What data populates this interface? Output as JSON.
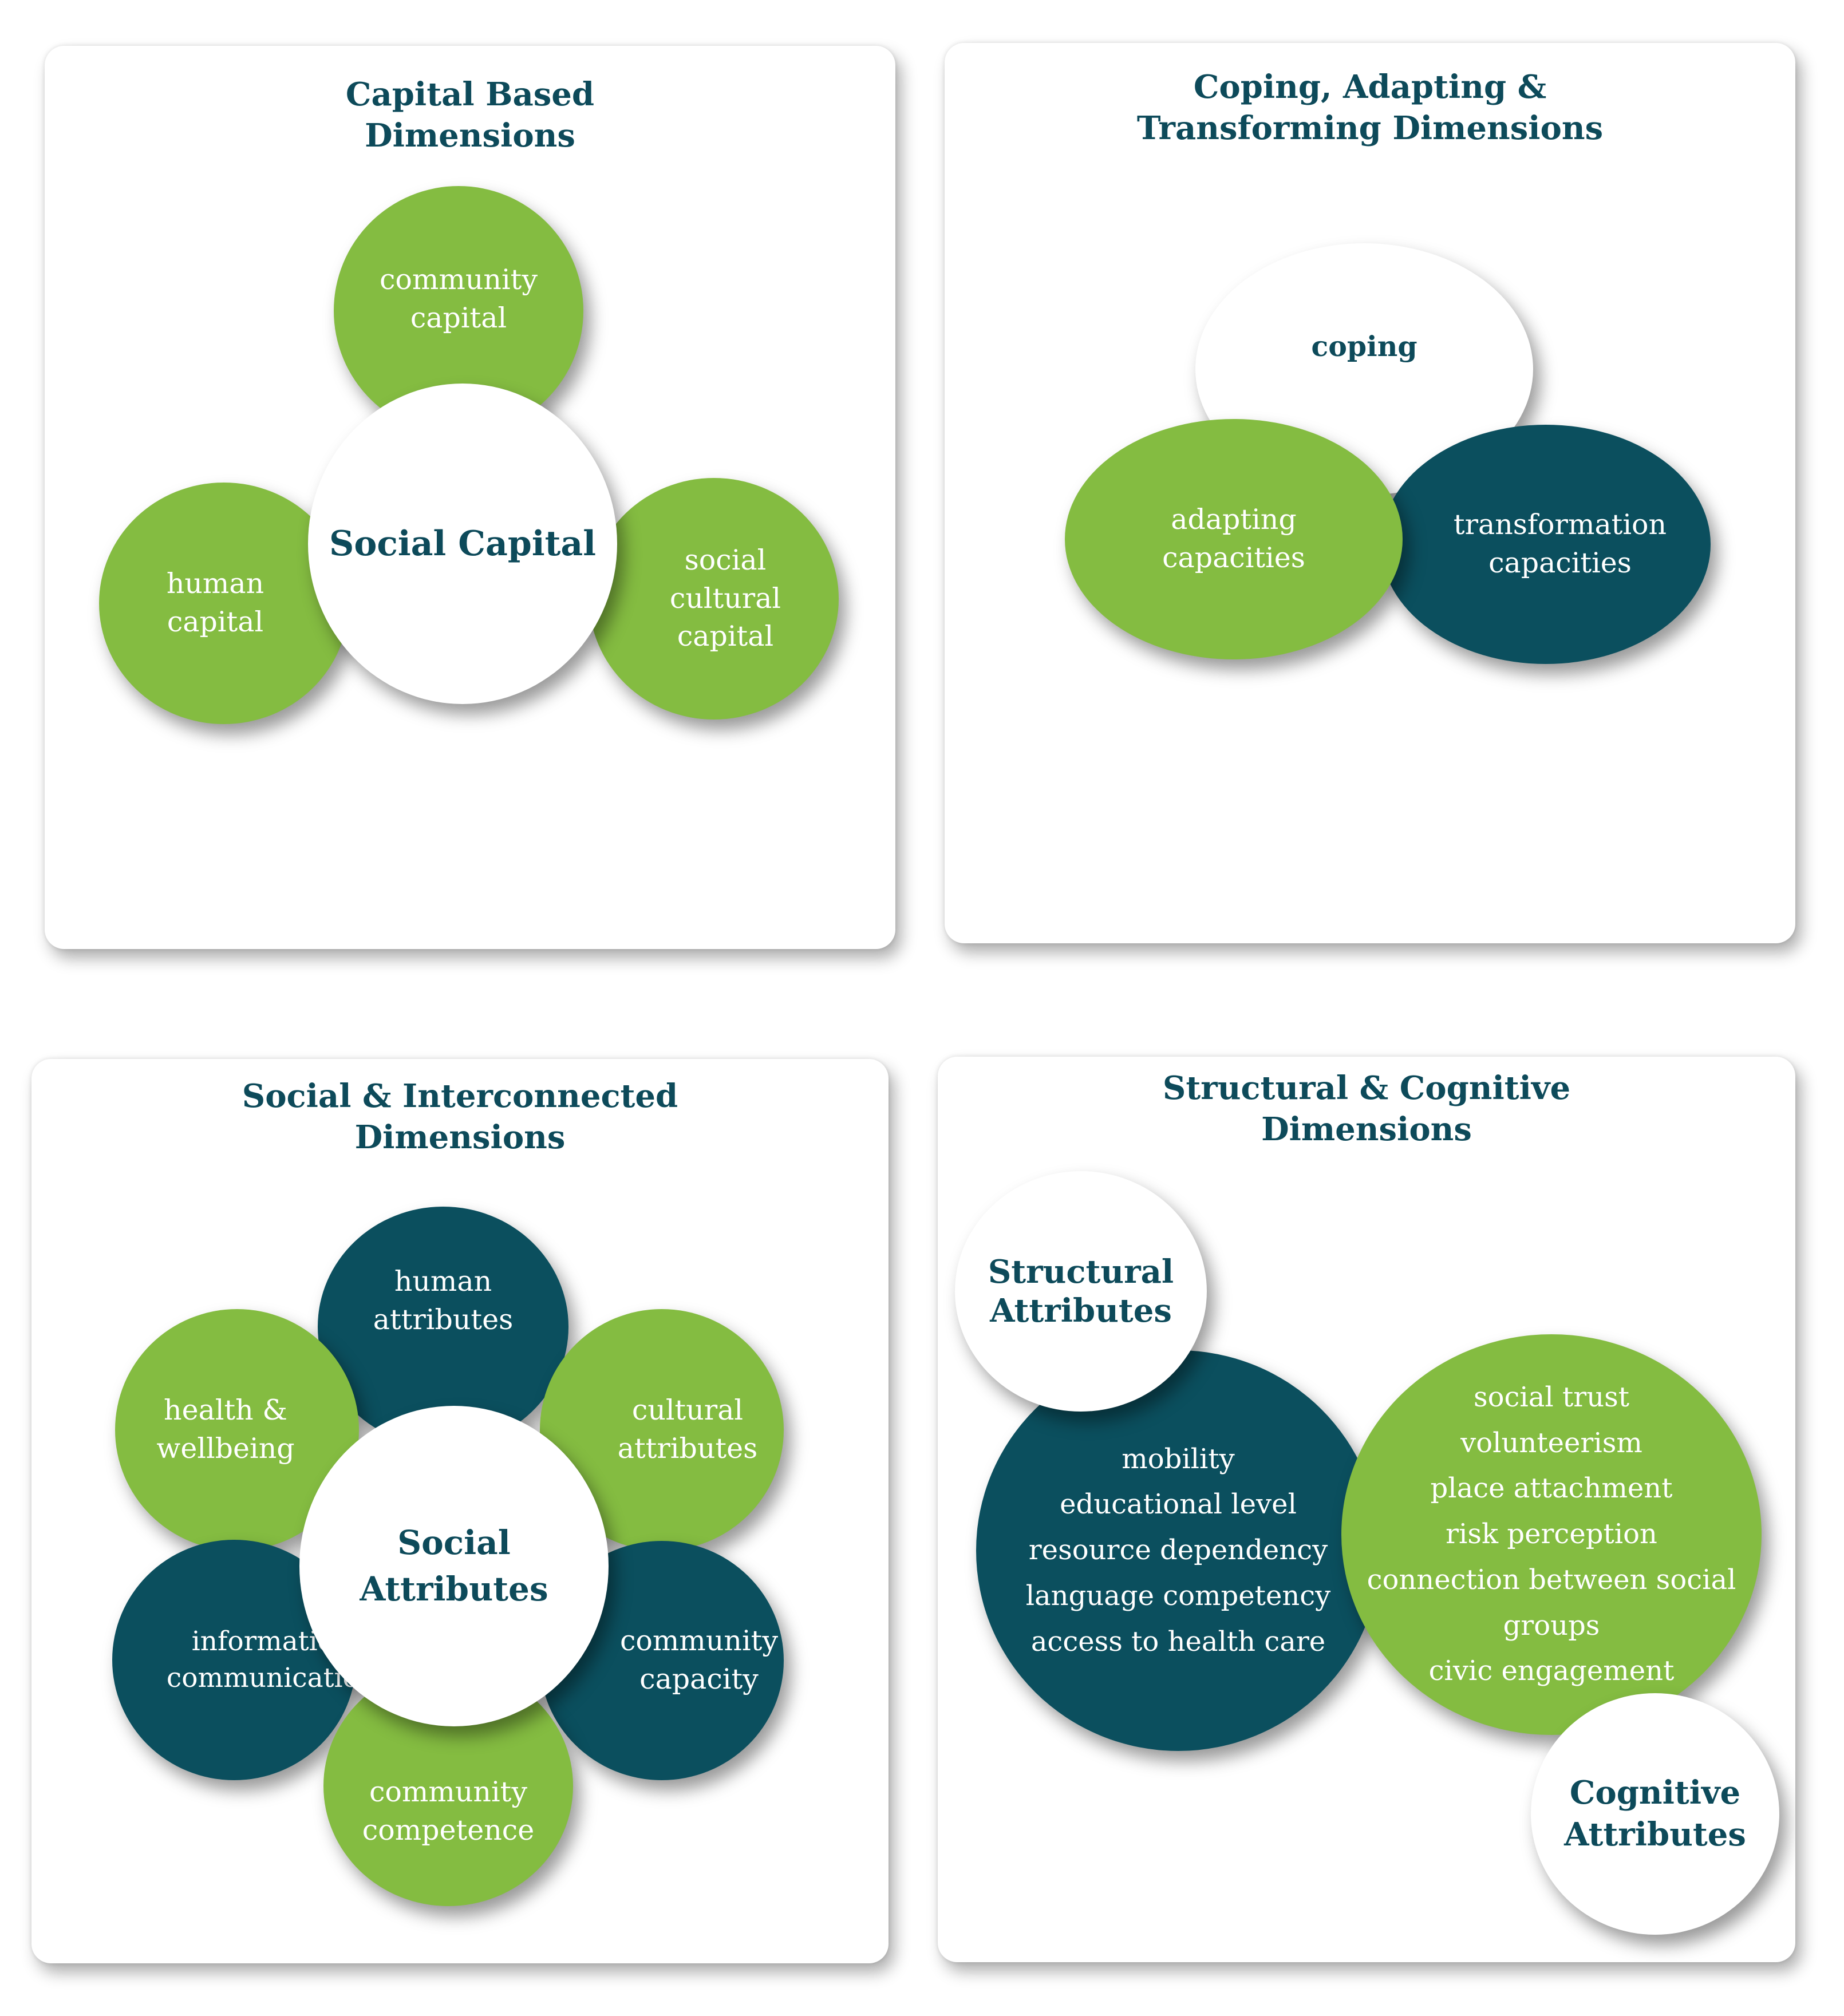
{
  "panels": {
    "capital": {
      "title": "Capital Based\nDimensions",
      "top": "community\ncapital",
      "left": "human\ncapital",
      "right": "social\ncultural\ncapital",
      "center": "Social Capital"
    },
    "coping": {
      "title": "Coping, Adapting &\nTransforming Dimensions",
      "coping": "coping",
      "adapting": "adapting\ncapacities",
      "transformation": "transformation\ncapacities"
    },
    "social": {
      "title": "Social & Interconnected\nDimensions",
      "human": "human\nattributes",
      "health": "health &\nwellbeing",
      "cultural": "cultural\nattributes",
      "information": "information\ncommunication",
      "capacity": "community\ncapacity",
      "competence": "community\ncompetence",
      "center": "Social\nAttributes"
    },
    "structural": {
      "title": "Structural & Cognitive\nDimensions",
      "structural_label": "Structural\nAttributes",
      "structural_items": "mobility\neducational level\nresource dependency\nlanguage competency\naccess to health care",
      "cognitive_items": "social trust\nvolunteerism\nplace attachment\nrisk perception\nconnection between social\ngroups\ncivic engagement",
      "cognitive_label": "Cognitive\nAttributes"
    }
  },
  "colors": {
    "green": "#84bc41",
    "teal": "#0b4f5e",
    "title": "#0d4a5a"
  }
}
